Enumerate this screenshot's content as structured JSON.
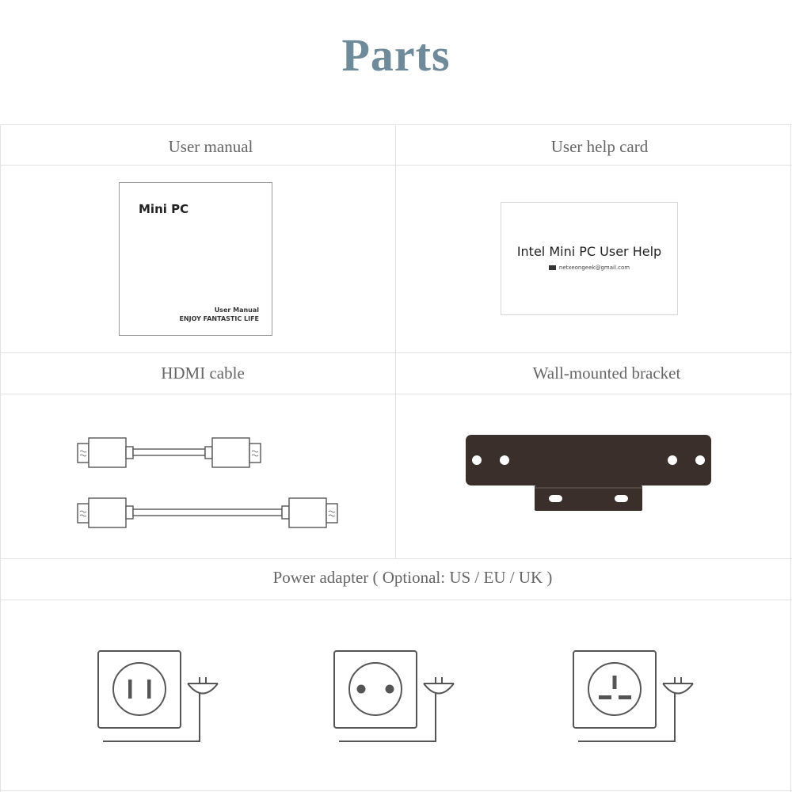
{
  "page": {
    "title": "Parts"
  },
  "sections": {
    "user_manual": {
      "label": "User manual",
      "product_name": "Mini PC",
      "doc_type": "User Manual",
      "slogan": "ENJOY FANTASTIC LIFE"
    },
    "user_help_card": {
      "label": "User help card",
      "card_title": "Intel Mini PC User Help",
      "email": "netxeongeek@gmail.com"
    },
    "hdmi_cable": {
      "label": "HDMI cable"
    },
    "wall_bracket": {
      "label": "Wall-mounted bracket",
      "color": "#3a2f2b"
    },
    "power_adapter": {
      "label": "Power adapter ( Optional: US / EU / UK )",
      "plugs": [
        {
          "region": "us",
          "icon": "us-socket-icon"
        },
        {
          "region": "eu",
          "icon": "eu-socket-icon"
        },
        {
          "region": "uk",
          "icon": "uk-socket-icon"
        }
      ]
    }
  },
  "colors": {
    "title": "#6f8a99",
    "label": "#666666",
    "grid": "#e2e2e2",
    "icon_stroke": "#555555"
  }
}
